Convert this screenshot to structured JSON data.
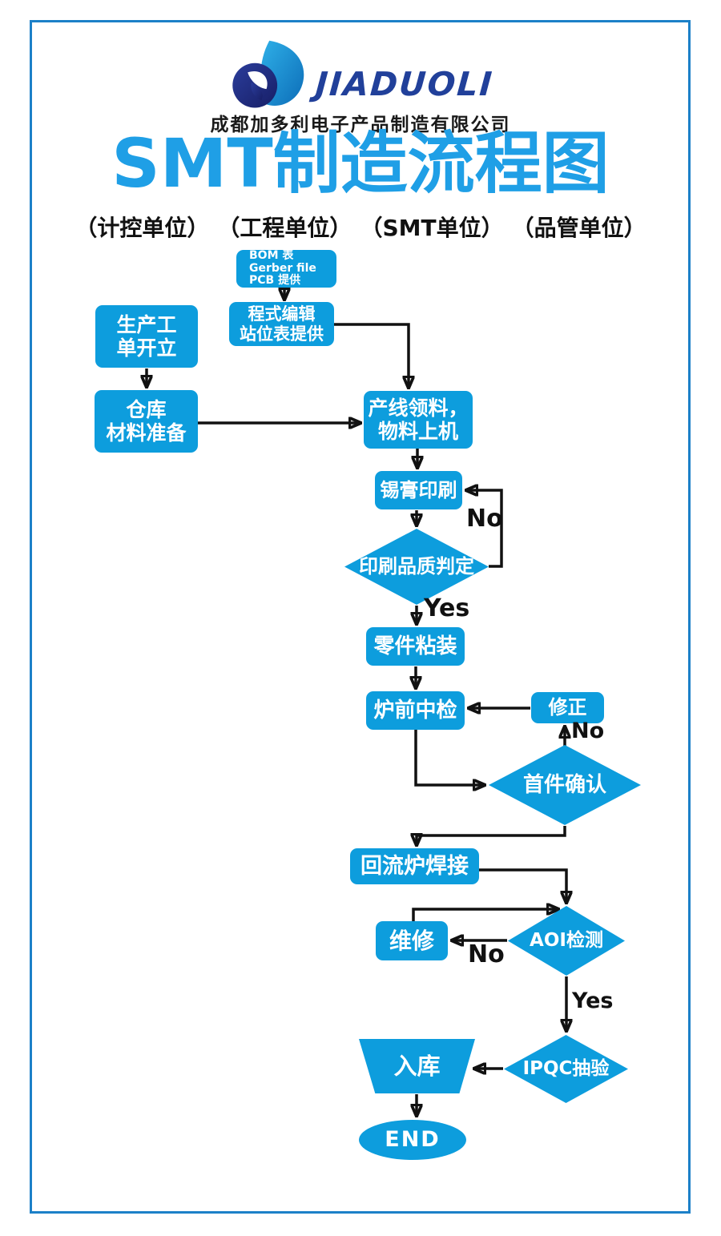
{
  "company": {
    "brand": "JIADUOLI",
    "name": "成都加多利电子产品制造有限公司"
  },
  "title": "SMT制造流程图",
  "departments": [
    "（计控单位）",
    "（工程单位）",
    "（SMT单位）",
    "（品管单位）"
  ],
  "nodes": {
    "bom": {
      "lines": [
        "BOM 表",
        "Gerber file",
        "PCB 提供"
      ]
    },
    "program": {
      "lines": [
        "程式编辑",
        "站位表提供"
      ]
    },
    "work_order": {
      "lines": [
        "生产工",
        "单开立"
      ]
    },
    "warehouse": {
      "lines": [
        "仓库",
        "材料准备"
      ]
    },
    "line_material": {
      "lines": [
        "产线领料，",
        "物料上机"
      ]
    },
    "solder_print": {
      "label": "锡膏印刷"
    },
    "print_quality": {
      "label": "印刷品质判定"
    },
    "mount": {
      "label": "零件粘装"
    },
    "pre_oven_check": {
      "label": "炉前中检"
    },
    "fix": {
      "label": "修正"
    },
    "first_article": {
      "label": "首件确认"
    },
    "reflow": {
      "label": "回流炉焊接"
    },
    "repair": {
      "label": "维修"
    },
    "aoi": {
      "label": "AOI检测"
    },
    "ipqc": {
      "label": "IPQC抽验"
    },
    "storage": {
      "label": "入库"
    },
    "end": {
      "label": "END"
    }
  },
  "edge_labels": {
    "print_no": "No",
    "print_yes": "Yes",
    "first_article_no": "No",
    "aoi_no": "No",
    "aoi_yes": "Yes"
  },
  "colors": {
    "node_fill": "#0d9ddd",
    "title_blue": "#1f9fe6",
    "frame_blue": "#1c80c8",
    "brand_navy": "#21409a",
    "line_black": "#111111"
  }
}
